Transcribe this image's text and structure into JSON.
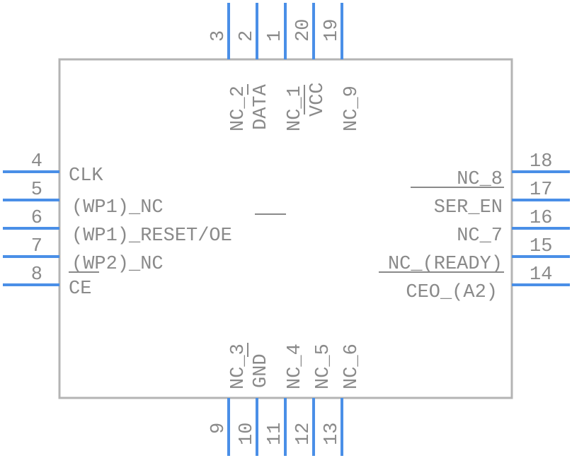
{
  "component": {
    "left_pins": [
      {
        "number": "4",
        "label": "CLK"
      },
      {
        "number": "5",
        "label": "(WP1)_NC"
      },
      {
        "number": "6",
        "label": "(WP1)_RESET/OE"
      },
      {
        "number": "7",
        "label": "(WP2)_NC"
      },
      {
        "number": "8",
        "label": "CE"
      }
    ],
    "right_pins": [
      {
        "number": "18",
        "label": "NC_8"
      },
      {
        "number": "17",
        "label": "SER_EN"
      },
      {
        "number": "16",
        "label": "NC_7"
      },
      {
        "number": "15",
        "label": "NC_(READY)"
      },
      {
        "number": "14",
        "label": "CEO_(A2)"
      }
    ],
    "top_pins": [
      {
        "number": "3",
        "label": "NC_2"
      },
      {
        "number": "2",
        "label": "DATA"
      },
      {
        "number": "1",
        "label": "NC_1"
      },
      {
        "number": "20",
        "label": "VCC"
      },
      {
        "number": "19",
        "label": "NC_9"
      }
    ],
    "bottom_pins": [
      {
        "number": "9",
        "label": "NC_3"
      },
      {
        "number": "10",
        "label": "GND"
      },
      {
        "number": "11",
        "label": "NC_4"
      },
      {
        "number": "12",
        "label": "NC_5"
      },
      {
        "number": "13",
        "label": "NC_6"
      }
    ],
    "colors": {
      "pin": "#4a8fe7",
      "body": "#b4b4b4",
      "text": "#8a8a8a"
    }
  }
}
